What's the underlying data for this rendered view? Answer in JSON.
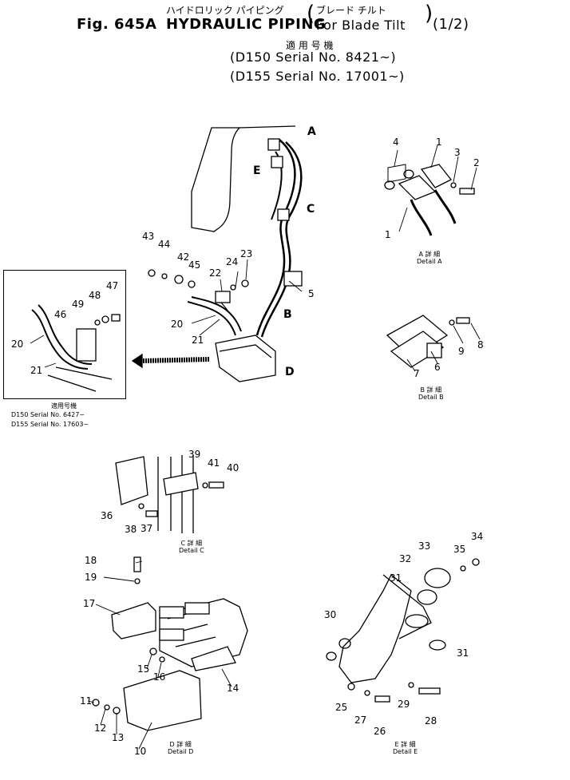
{
  "title": {
    "jp_main": "ハイドロリック パイピング",
    "jp_sub": "ブレード チルト",
    "fig": "Fig. 645A",
    "name": "HYDRAULIC PIPING",
    "for_text": "For Blade Tilt",
    "page": "(1/2)",
    "applicable_jp": "適 用 号 機",
    "serial_1": "D150 Serial No. 8421~",
    "serial_2": "D155 Serial No. 17001~"
  },
  "inset": {
    "applicable_jp": "適用号機",
    "serial_1": "D150 Serial No. 6427~",
    "serial_2": "D155 Serial No. 17603~"
  },
  "markers": [
    "A",
    "B",
    "C",
    "D",
    "E"
  ],
  "details": {
    "a": {
      "jp": "A 詳 細",
      "en": "Detail A"
    },
    "b": {
      "jp": "B 詳 細",
      "en": "Detail B"
    },
    "c": {
      "jp": "C 詳 細",
      "en": "Detail C"
    },
    "d": {
      "jp": "D 詳 細",
      "en": "Detail D"
    },
    "e": {
      "jp": "E 詳 細",
      "en": "Detail E"
    }
  },
  "part_numbers": [
    "1",
    "2",
    "3",
    "4",
    "5",
    "6",
    "7",
    "8",
    "9",
    "10",
    "11",
    "12",
    "13",
    "14",
    "15",
    "16",
    "17",
    "18",
    "19",
    "20",
    "21",
    "22",
    "23",
    "24",
    "25",
    "26",
    "27",
    "28",
    "29",
    "30",
    "31",
    "32",
    "33",
    "34",
    "35",
    "36",
    "37",
    "38",
    "39",
    "40",
    "41",
    "42",
    "43",
    "44",
    "45",
    "46",
    "47",
    "48",
    "49"
  ]
}
